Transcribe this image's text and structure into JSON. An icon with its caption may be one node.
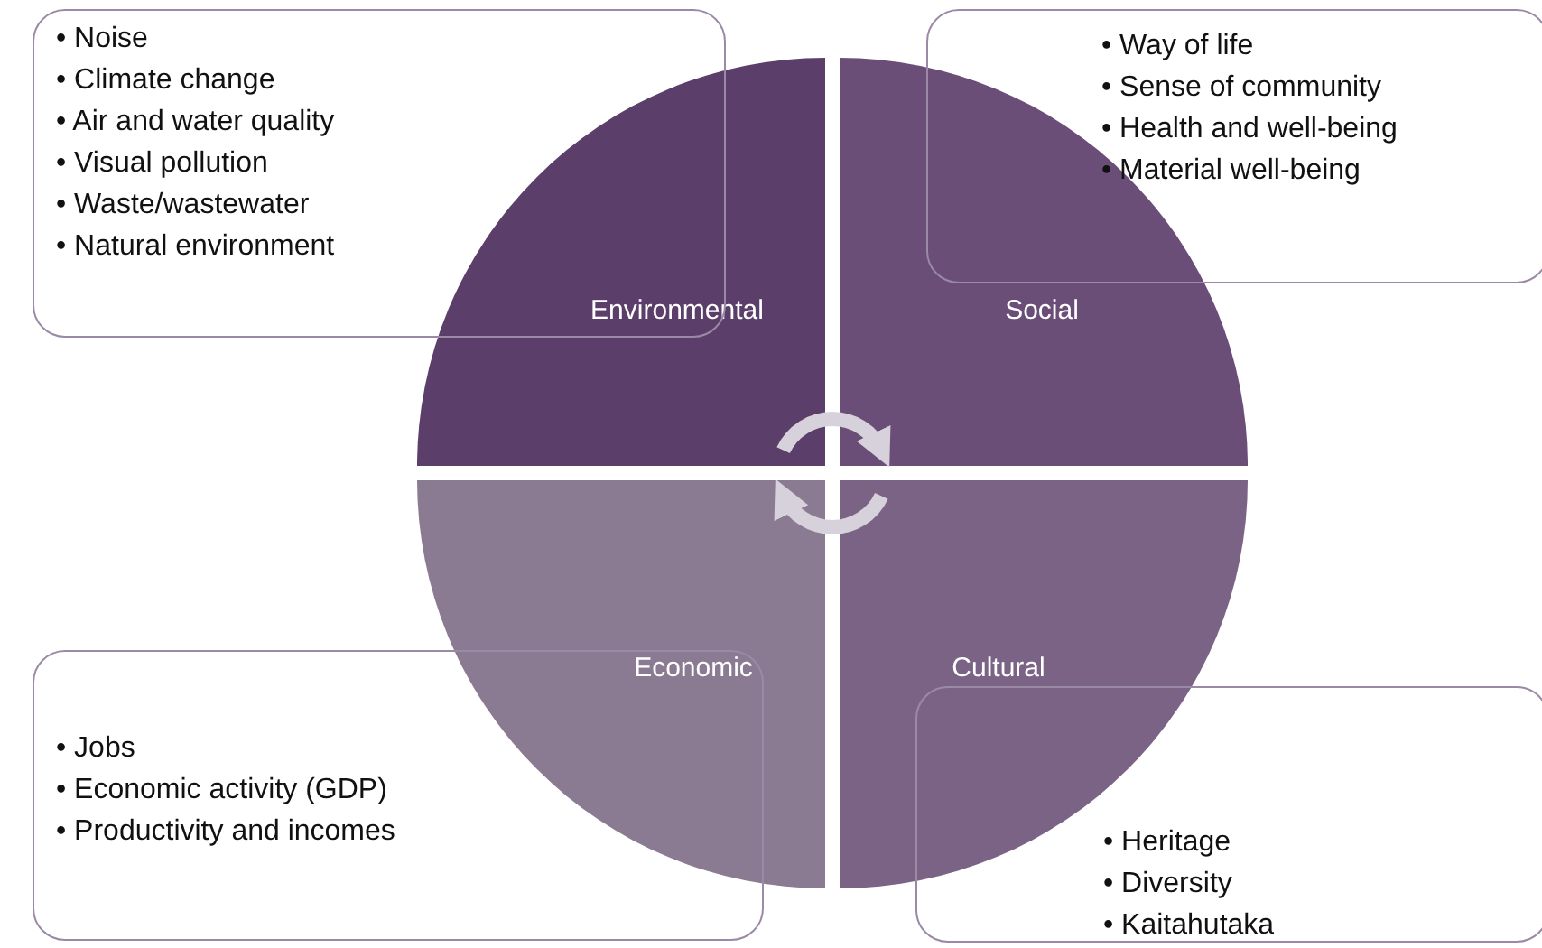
{
  "diagram": {
    "nodes": [
      {
        "text": [
          "• Noise",
          "• Climate change",
          "• Air and water quality",
          "• Visual pollution",
          "• Waste/wastewater",
          "• Natural environment"
        ]
      },
      {
        "text": [
          "• Way of life",
          "• Sense of community",
          "• Health and well-being",
          "• Material well-being"
        ]
      },
      {
        "text": [
          "Environmental"
        ]
      },
      {
        "text": [
          "Social"
        ]
      },
      {
        "text": [
          "Economic"
        ]
      },
      {
        "text": [
          "Cultural"
        ]
      },
      {
        "text": [
          "• Jobs",
          "• Economic activity (GDP)",
          "• Productivity and incomes"
        ]
      },
      {
        "text": [
          "• Heritage",
          "• Diversity",
          "• Kaitahutaka"
        ]
      }
    ],
    "edges": [
      {
        "from": 2,
        "to": 3,
        "arrow": "to"
      },
      {
        "from": 5,
        "to": 4,
        "arrow": "to"
      }
    ]
  }
}
